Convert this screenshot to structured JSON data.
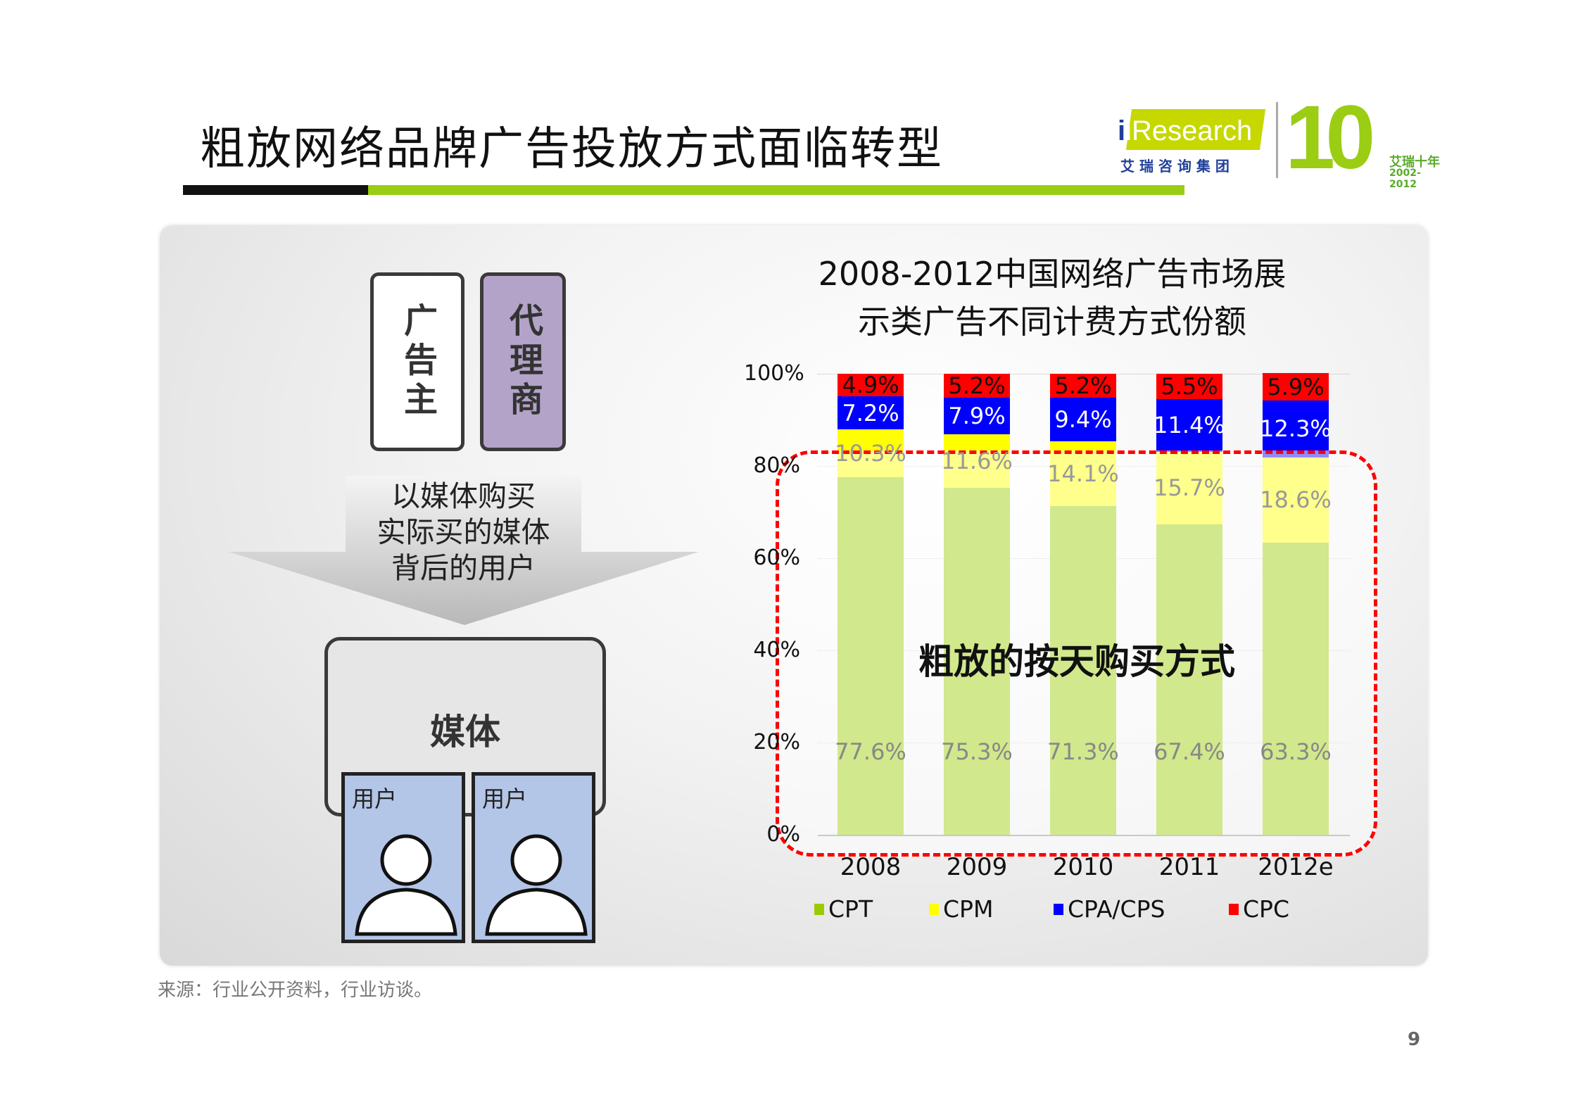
{
  "title": "粗放网络品牌广告投放方式面临转型",
  "logo": {
    "brand": "iResearch",
    "brand_cn": "艾 瑞 咨 询 集 团",
    "anniversary": "10",
    "anniversary_cn": "艾瑞十年",
    "anniversary_years": "2002-2012",
    "accent": "#9acd14"
  },
  "diagram": {
    "advertiser": "广告主",
    "agency": "代理商",
    "arrow_lines": [
      "以媒体购买",
      "实际买的媒体",
      "背后的用户"
    ],
    "media": "媒体",
    "users": [
      "用户",
      "用户"
    ]
  },
  "chart_data": {
    "type": "bar",
    "stacked": true,
    "title_lines": [
      "2008-2012中国网络广告市场展",
      "示类广告不同计费方式份额"
    ],
    "categories": [
      "2008",
      "2009",
      "2010",
      "2011",
      "2012e"
    ],
    "yticks": [
      "0%",
      "20%",
      "40%",
      "60%",
      "80%",
      "100%"
    ],
    "ylim": [
      0,
      100
    ],
    "series": [
      {
        "name": "CPT",
        "color": "#99cc00",
        "values": [
          77.6,
          75.3,
          71.3,
          67.4,
          63.3
        ],
        "labels": [
          "77.6%",
          "75.3%",
          "71.3%",
          "67.4%",
          "63.3%"
        ]
      },
      {
        "name": "CPM",
        "color": "#ffff00",
        "values": [
          10.3,
          11.6,
          14.1,
          15.7,
          18.6
        ],
        "labels": [
          "10.3%",
          "11.6%",
          "14.1%",
          "15.7%",
          "18.6%"
        ]
      },
      {
        "name": "CPA/CPS",
        "color": "#0000ff",
        "values": [
          7.2,
          7.9,
          9.4,
          11.4,
          12.3
        ],
        "labels": [
          "7.2%",
          "7.9%",
          "9.4%",
          "11.4%",
          "12.3%"
        ]
      },
      {
        "name": "CPC",
        "color": "#ff0000",
        "values": [
          4.9,
          5.2,
          5.2,
          5.5,
          5.9
        ],
        "labels": [
          "4.9%",
          "5.2%",
          "5.2%",
          "5.5%",
          "5.9%"
        ]
      }
    ],
    "legend_position": "bottom",
    "annotation": "粗放的按天购买方式"
  },
  "source": "来源：行业公开资料，行业访谈。",
  "page_number": "9"
}
